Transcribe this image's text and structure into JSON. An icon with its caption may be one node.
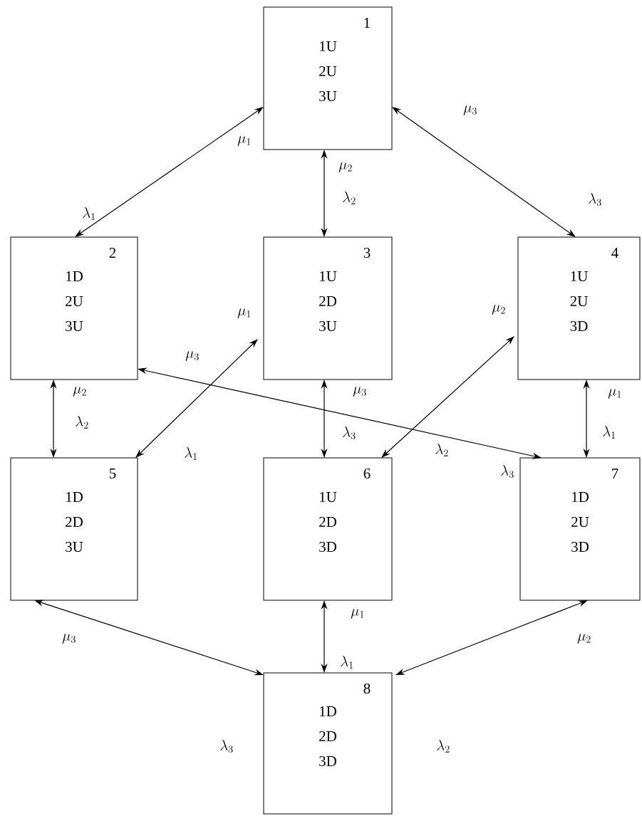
{
  "diagram": {
    "nodes": [
      {
        "text": [
          "1",
          "1U 2U 3U"
        ]
      },
      {
        "text": [
          "2",
          "1D 2U 3U"
        ]
      },
      {
        "text": [
          "3",
          "1U 2D 3U"
        ]
      },
      {
        "text": [
          "4",
          "1U 2U 3D"
        ]
      },
      {
        "text": [
          "5",
          "1D 2D 3U"
        ]
      },
      {
        "text": [
          "6",
          "1U 2D 3D"
        ]
      },
      {
        "text": [
          "7",
          "1D 2U 3D"
        ]
      },
      {
        "text": [
          "8",
          "1D 2D 3D"
        ]
      }
    ],
    "edges": [
      {
        "from": 0,
        "to": 1,
        "arrow": "both"
      },
      {
        "from": 0,
        "to": 2,
        "arrow": "both"
      },
      {
        "from": 0,
        "to": 3,
        "arrow": "both"
      },
      {
        "from": 1,
        "to": 4,
        "arrow": "both"
      },
      {
        "from": 2,
        "to": 4,
        "arrow": "both"
      },
      {
        "from": 1,
        "to": 6,
        "arrow": "both"
      },
      {
        "from": 2,
        "to": 5,
        "arrow": "both"
      },
      {
        "from": 3,
        "to": 5,
        "arrow": "both"
      },
      {
        "from": 3,
        "to": 6,
        "arrow": "both"
      },
      {
        "from": 4,
        "to": 7,
        "arrow": "both"
      },
      {
        "from": 5,
        "to": 7,
        "arrow": "both"
      },
      {
        "from": 6,
        "to": 7,
        "arrow": "both"
      }
    ],
    "labels": [
      "\\mu_3",
      "\\mu_1",
      "\\mu_2",
      "\\lambda_1",
      "\\lambda_2",
      "\\lambda_3",
      "\\mu_1",
      "\\mu_2",
      "\\mu_3",
      "\\mu_2",
      "\\mu_3",
      "\\mu_1",
      "\\lambda_2",
      "\\lambda_3",
      "\\lambda_1",
      "\\lambda_1",
      "\\lambda_2",
      "\\lambda_3",
      "\\mu_1",
      "\\mu_3",
      "\\mu_2",
      "\\lambda_1",
      "\\lambda_3",
      "\\lambda_2"
    ]
  }
}
